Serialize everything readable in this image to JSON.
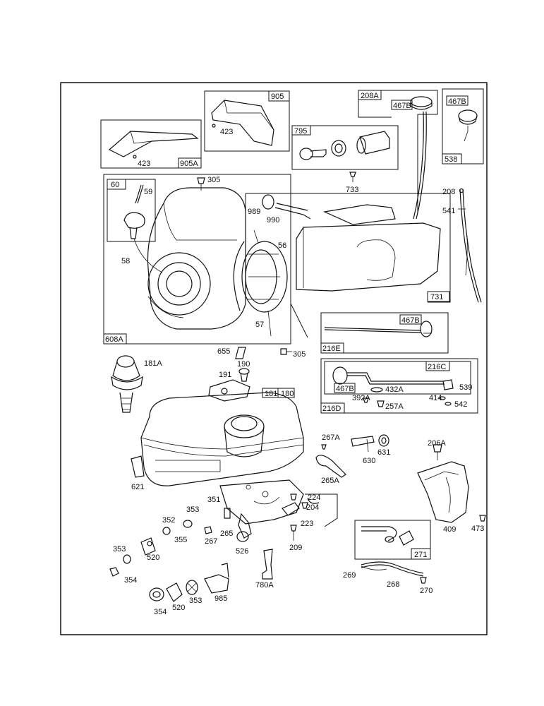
{
  "callouts": {
    "c905": "905",
    "c423a": "423",
    "c905a": "905A",
    "c423b": "423",
    "c795": "795",
    "c208a": "208A",
    "c467b_1": "467B",
    "c467b_2": "467B",
    "c538": "538",
    "c733": "733",
    "c208": "208",
    "c541": "541",
    "c60": "60",
    "c59": "59",
    "c58": "58",
    "c305a": "305",
    "c989": "989",
    "c990": "990",
    "c56": "56",
    "c57": "57",
    "c608a": "608A",
    "c731": "731",
    "c467b_3": "467B",
    "c216e": "216E",
    "c655": "655",
    "c305b": "305",
    "c181a": "181A",
    "c190": "190",
    "c191": "191",
    "c181": "181",
    "c180": "180",
    "c216c": "216C",
    "c467b_4": "467B",
    "c432a": "432A",
    "c539": "539",
    "c392a": "392A",
    "c257a": "257A",
    "c414": "414",
    "c542": "542",
    "c216d": "216D",
    "c267a": "267A",
    "c631": "631",
    "c630": "630",
    "c206a": "206A",
    "c621": "621",
    "c265a": "265A",
    "c351": "351",
    "c224": "224",
    "c204": "204",
    "c353a": "353",
    "c352": "352",
    "c265": "265",
    "c223": "223",
    "c355": "355",
    "c267": "267",
    "c526": "526",
    "c209": "209",
    "c409": "409",
    "c473": "473",
    "c353b": "353",
    "c520a": "520",
    "c354a": "354",
    "c780a": "780A",
    "c271": "271",
    "c269": "269",
    "c268": "268",
    "c270": "270",
    "c354b": "354",
    "c520b": "520",
    "c353c": "353",
    "c985": "985"
  }
}
